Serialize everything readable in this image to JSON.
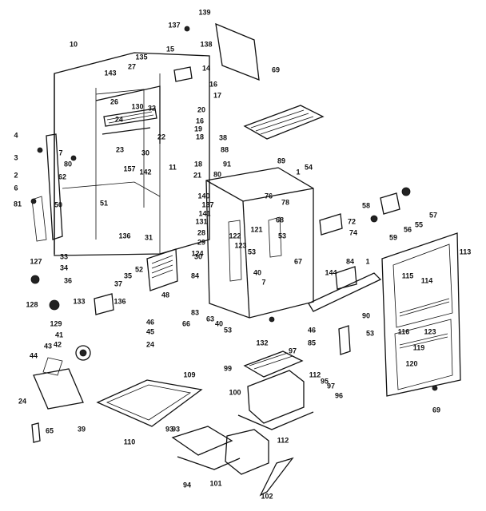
{
  "diagram": {
    "labels": [
      "139",
      "137",
      "138",
      "69",
      "10",
      "143",
      "135",
      "15",
      "14",
      "16",
      "17",
      "27",
      "26",
      "130",
      "32",
      "24",
      "22",
      "23",
      "20",
      "16",
      "19",
      "18",
      "38",
      "88",
      "89",
      "54",
      "91",
      "1",
      "80",
      "18",
      "21",
      "11",
      "7",
      "80",
      "62",
      "4",
      "3",
      "2",
      "6",
      "81",
      "30",
      "50",
      "51",
      "157",
      "142",
      "140",
      "137",
      "141",
      "131",
      "28",
      "29",
      "30",
      "124",
      "33",
      "34",
      "35",
      "37",
      "136",
      "31",
      "52",
      "36",
      "127",
      "128",
      "48",
      "84",
      "83",
      "66",
      "63",
      "40",
      "53",
      "68",
      "78",
      "76",
      "121",
      "122",
      "123",
      "53",
      "67",
      "53",
      "40",
      "7",
      "132",
      "72",
      "74",
      "58",
      "57",
      "55",
      "56",
      "59",
      "113",
      "115",
      "114",
      "116",
      "123",
      "119",
      "120",
      "84",
      "144",
      "90",
      "46",
      "85",
      "53",
      "1",
      "129",
      "133",
      "136",
      "46",
      "45",
      "24",
      "41",
      "42",
      "43",
      "44",
      "24",
      "39",
      "65",
      "109",
      "110",
      "99",
      "97",
      "112",
      "93",
      "95",
      "96",
      "100",
      "97",
      "93",
      "112",
      "94",
      "101",
      "102",
      "69"
    ]
  }
}
